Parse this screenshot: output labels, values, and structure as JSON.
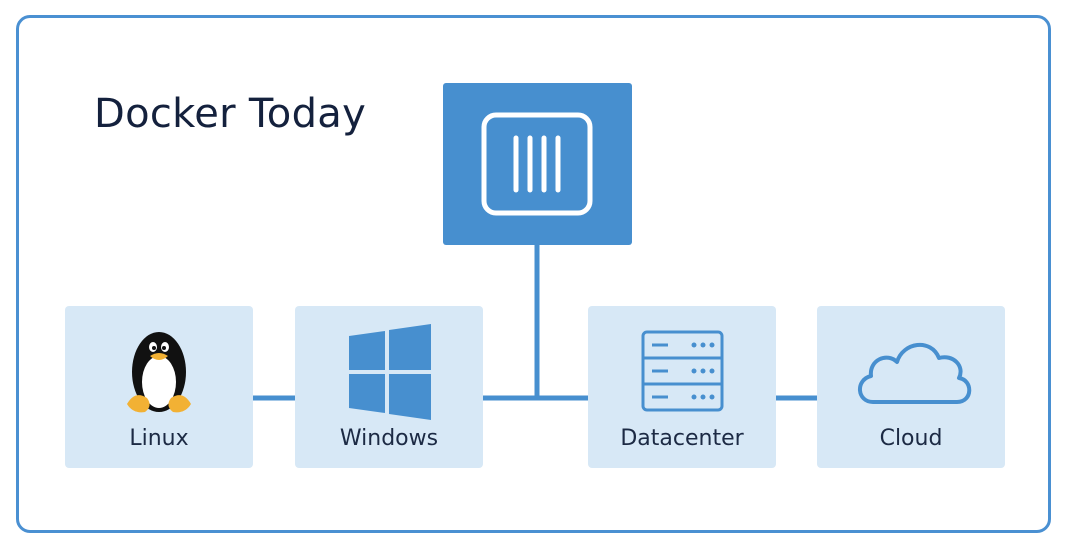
{
  "title": "Docker Today",
  "hub": {
    "icon": "docker-container-icon"
  },
  "platforms": [
    {
      "label": "Linux",
      "icon": "linux-penguin-icon"
    },
    {
      "label": "Windows",
      "icon": "windows-logo-icon"
    },
    {
      "label": "Datacenter",
      "icon": "server-rack-icon"
    },
    {
      "label": "Cloud",
      "icon": "cloud-icon"
    }
  ],
  "colors": {
    "accent": "#478fcf",
    "card_fill": "#d7e8f6",
    "frame_border": "#4a90d2",
    "title_text": "#14213d"
  }
}
